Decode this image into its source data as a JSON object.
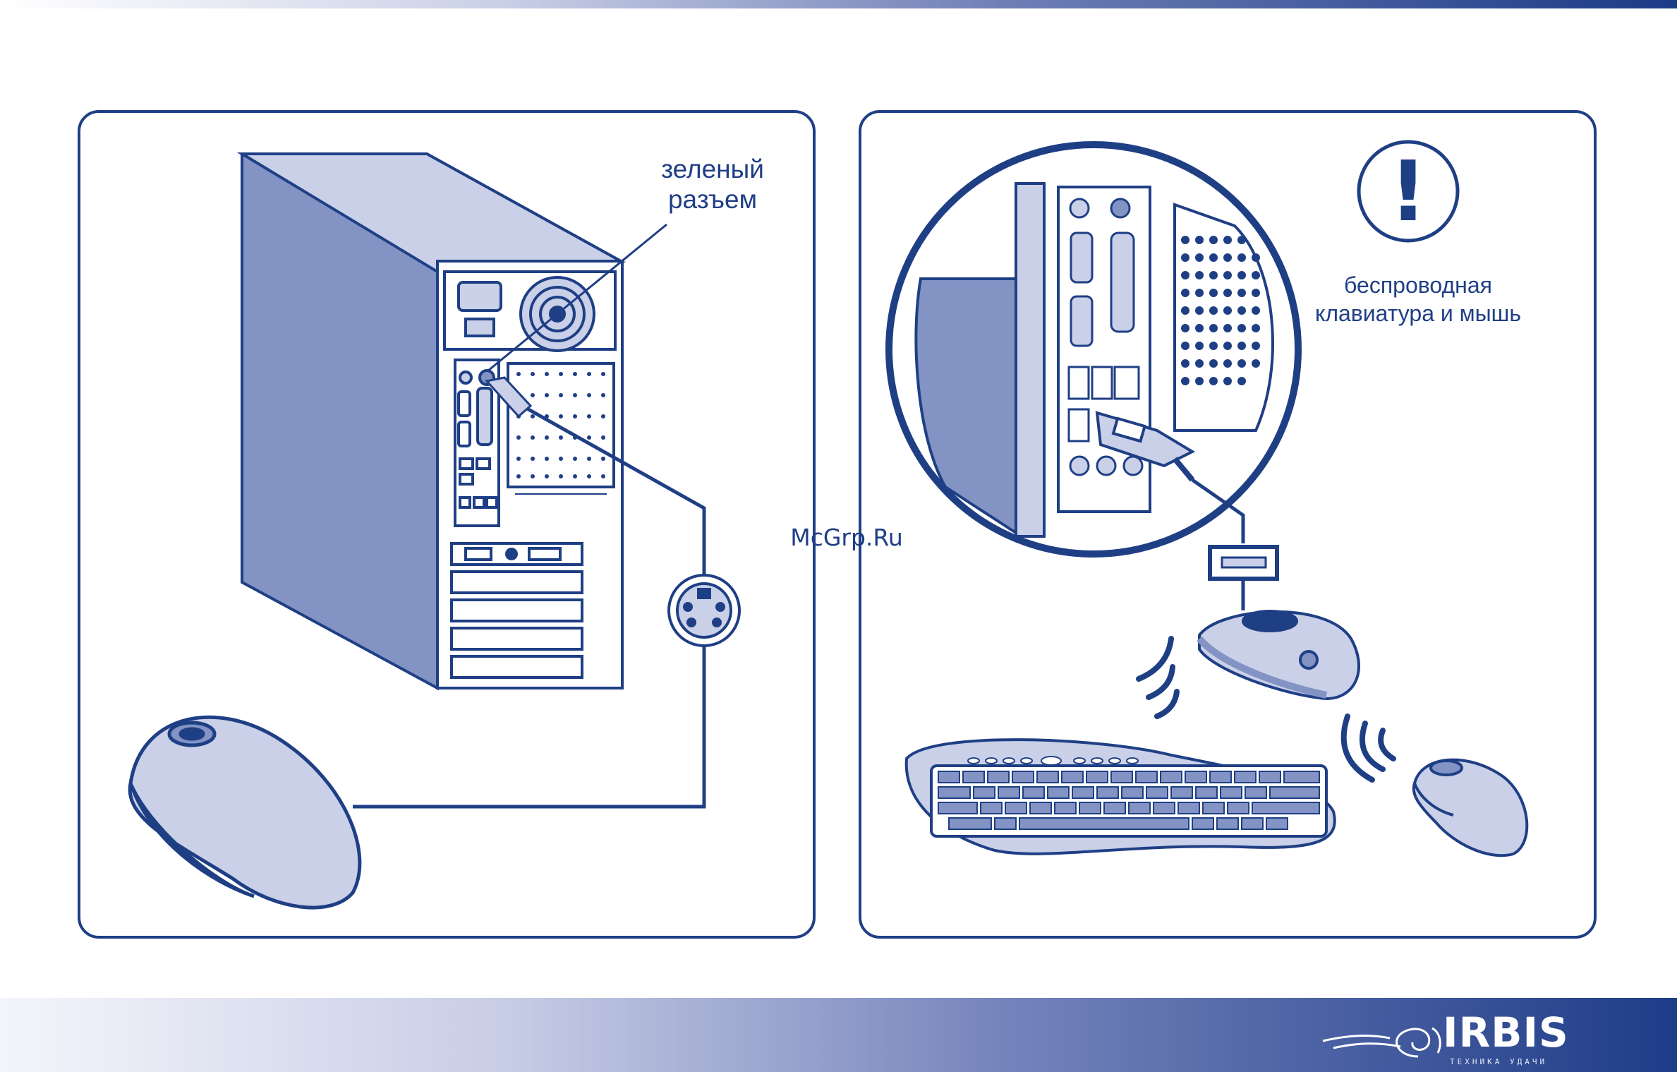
{
  "panels": {
    "left": {
      "label_line1": "зеленый",
      "label_line2": "разъем"
    },
    "right": {
      "label_line1": "беспроводная",
      "label_line2": "клавиатура и мышь",
      "warning_symbol": "!"
    }
  },
  "watermark": "McGrp.Ru",
  "brand": {
    "name": "IRBIS",
    "tagline": "ТЕХНИКА УДАЧИ"
  },
  "colors": {
    "line": "#1f3f85",
    "fill_dark": "#8293c4",
    "fill_light": "#c9d0e8",
    "background": "#ffffff"
  },
  "icons": [
    "pc-tower-icon",
    "ps2-connector-icon",
    "mouse-icon",
    "warning-icon",
    "usb-receiver-icon",
    "keyboard-icon",
    "wireless-signal-icon",
    "irbis-logo-icon"
  ]
}
